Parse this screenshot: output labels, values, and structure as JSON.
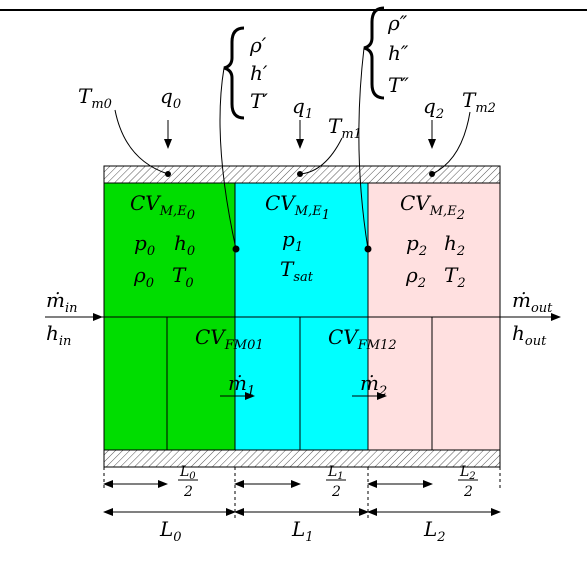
{
  "colors": {
    "region0": "#00dd00",
    "region1": "#00ffff",
    "region2": "#ffe0e0",
    "line": "#000000",
    "wall_hatch": "#555555"
  },
  "top_labels": {
    "rho_prime": "ρ′",
    "h_prime": "h′",
    "T_prime": "T′",
    "rho_dprime": "ρ″",
    "h_dprime": "h″",
    "T_dprime": "T″"
  },
  "heat": {
    "Tm0": "T",
    "Tm0_sub": "m0",
    "q0": "q",
    "q0_sub": "0",
    "q1": "q",
    "q1_sub": "1",
    "Tm1": "T",
    "Tm1_sub": "m1",
    "q2": "q",
    "q2_sub": "2",
    "Tm2": "T",
    "Tm2_sub": "m2"
  },
  "cv_labels": {
    "cv0": "CV",
    "cv0_sub": "M,E",
    "cv0_subsub": "0",
    "cv1": "CV",
    "cv1_sub": "M,E",
    "cv1_subsub": "1",
    "cv2": "CV",
    "cv2_sub": "M,E",
    "cv2_subsub": "2",
    "fm01": "CV",
    "fm01_sub": "FM01",
    "fm12": "CV",
    "fm12_sub": "FM12"
  },
  "state": {
    "p0": "p",
    "p0_sub": "0",
    "h0": "h",
    "h0_sub": "0",
    "rho0": "ρ",
    "rho0_sub": "0",
    "T0": "T",
    "T0_sub": "0",
    "p1": "p",
    "p1_sub": "1",
    "Tsat": "T",
    "Tsat_sub": "sat",
    "p2": "p",
    "p2_sub": "2",
    "h2": "h",
    "h2_sub": "2",
    "rho2": "ρ",
    "rho2_sub": "2",
    "T2": "T",
    "T2_sub": "2"
  },
  "flows": {
    "m1": "ṁ",
    "m1_sub": "1",
    "m2": "ṁ",
    "m2_sub": "2",
    "m_in": "ṁ",
    "m_in_sub": "in",
    "h_in": "h",
    "h_in_sub": "in",
    "m_out": "ṁ",
    "m_out_sub": "out",
    "h_out": "h",
    "h_out_sub": "out"
  },
  "dimensions": {
    "L0": "L",
    "L0_sub": "0",
    "L1": "L",
    "L1_sub": "1",
    "L2": "L",
    "L2_sub": "2",
    "half_L0_num": "L",
    "half_L0_num_sub": "0",
    "half_L1_num": "L",
    "half_L1_num_sub": "1",
    "half_L2_num": "L",
    "half_L2_num_sub": "2",
    "half_den": "2"
  }
}
